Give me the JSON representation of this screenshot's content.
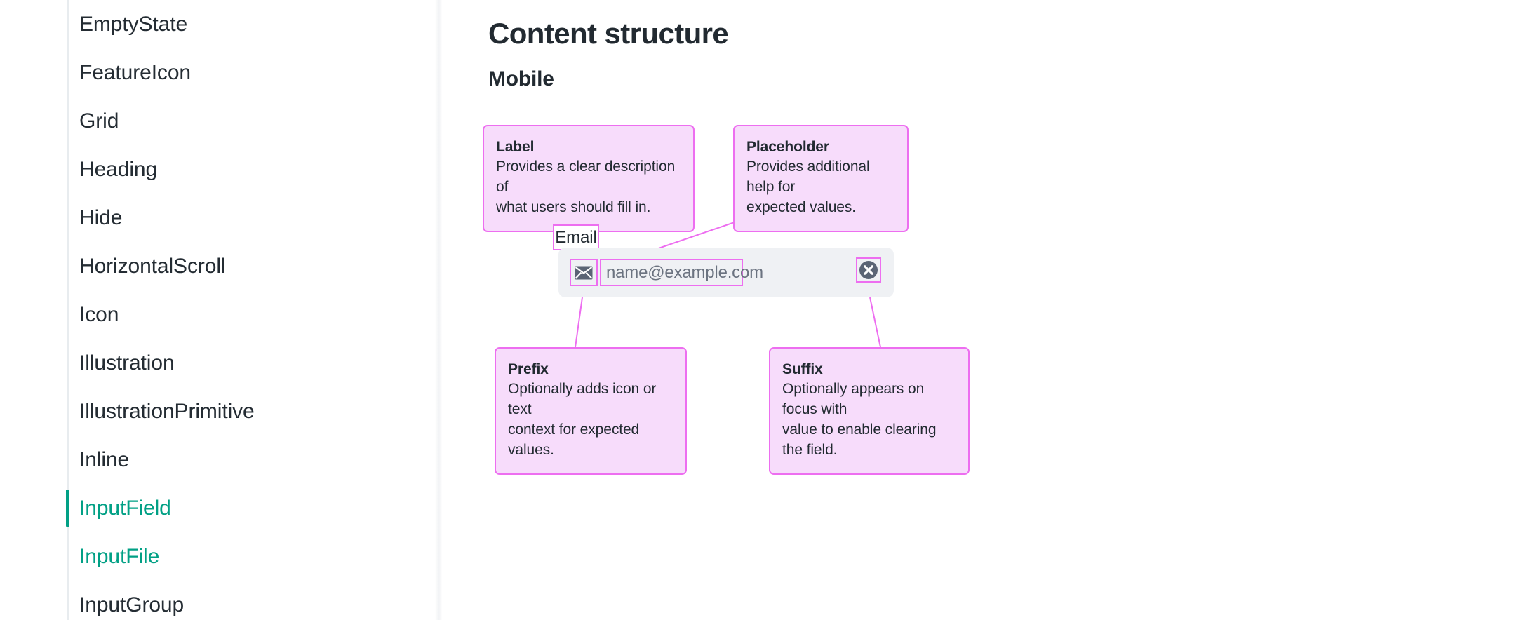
{
  "theme": {
    "accent_teal": "#01a085",
    "anno_fill": "#f7dcfb",
    "anno_border": "#ed6ef0",
    "field_bg": "#eff1f4",
    "text_dark": "#222a31",
    "text_muted": "#6b7380",
    "rail": "#e8ecef"
  },
  "sidebar": {
    "items": [
      {
        "label": "EmptyState",
        "state": "default"
      },
      {
        "label": "FeatureIcon",
        "state": "default"
      },
      {
        "label": "Grid",
        "state": "default"
      },
      {
        "label": "Heading",
        "state": "default"
      },
      {
        "label": "Hide",
        "state": "default"
      },
      {
        "label": "HorizontalScroll",
        "state": "default"
      },
      {
        "label": "Icon",
        "state": "default"
      },
      {
        "label": "Illustration",
        "state": "default"
      },
      {
        "label": "IllustrationPrimitive",
        "state": "default"
      },
      {
        "label": "Inline",
        "state": "default"
      },
      {
        "label": "InputField",
        "state": "active"
      },
      {
        "label": "InputFile",
        "state": "accent"
      },
      {
        "label": "InputGroup",
        "state": "default"
      }
    ]
  },
  "main": {
    "page_title": "Content structure",
    "section_title": "Mobile"
  },
  "diagram": {
    "annotations": [
      {
        "id": "label",
        "title": "Label",
        "desc": "Provides a clear description of\nwhat users should fill in."
      },
      {
        "id": "placeholder",
        "title": "Placeholder",
        "desc": "Provides additional help for\nexpected values."
      },
      {
        "id": "prefix",
        "title": "Prefix",
        "desc": "Optionally adds icon or text\ncontext for expected values."
      },
      {
        "id": "suffix",
        "title": "Suffix",
        "desc": "Optionally appears on focus with\nvalue to enable clearing the field."
      }
    ],
    "field": {
      "label": "Email",
      "placeholder": "name@example.com",
      "prefix_icon": "envelope-icon",
      "suffix_icon": "clear-circle-x-icon"
    }
  }
}
